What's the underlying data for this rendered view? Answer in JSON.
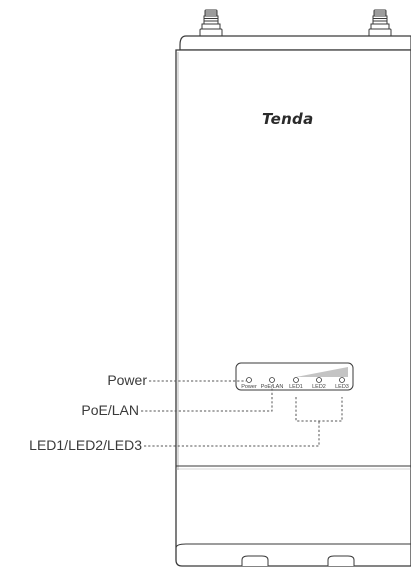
{
  "brand": "Tenda",
  "callouts": {
    "power": "Power",
    "poe_lan": "PoE/LAN",
    "led_group": "LED1/LED2/LED3"
  },
  "leds": [
    {
      "id": "power",
      "label": "Power"
    },
    {
      "id": "poe-lan",
      "label": "PoE/LAN"
    },
    {
      "id": "led1",
      "label": "LED1"
    },
    {
      "id": "led2",
      "label": "LED2"
    },
    {
      "id": "led3",
      "label": "LED3"
    }
  ],
  "colors": {
    "outline": "#3a3a3a",
    "line": "#555555",
    "signal_bar": "#bdbdbd"
  }
}
